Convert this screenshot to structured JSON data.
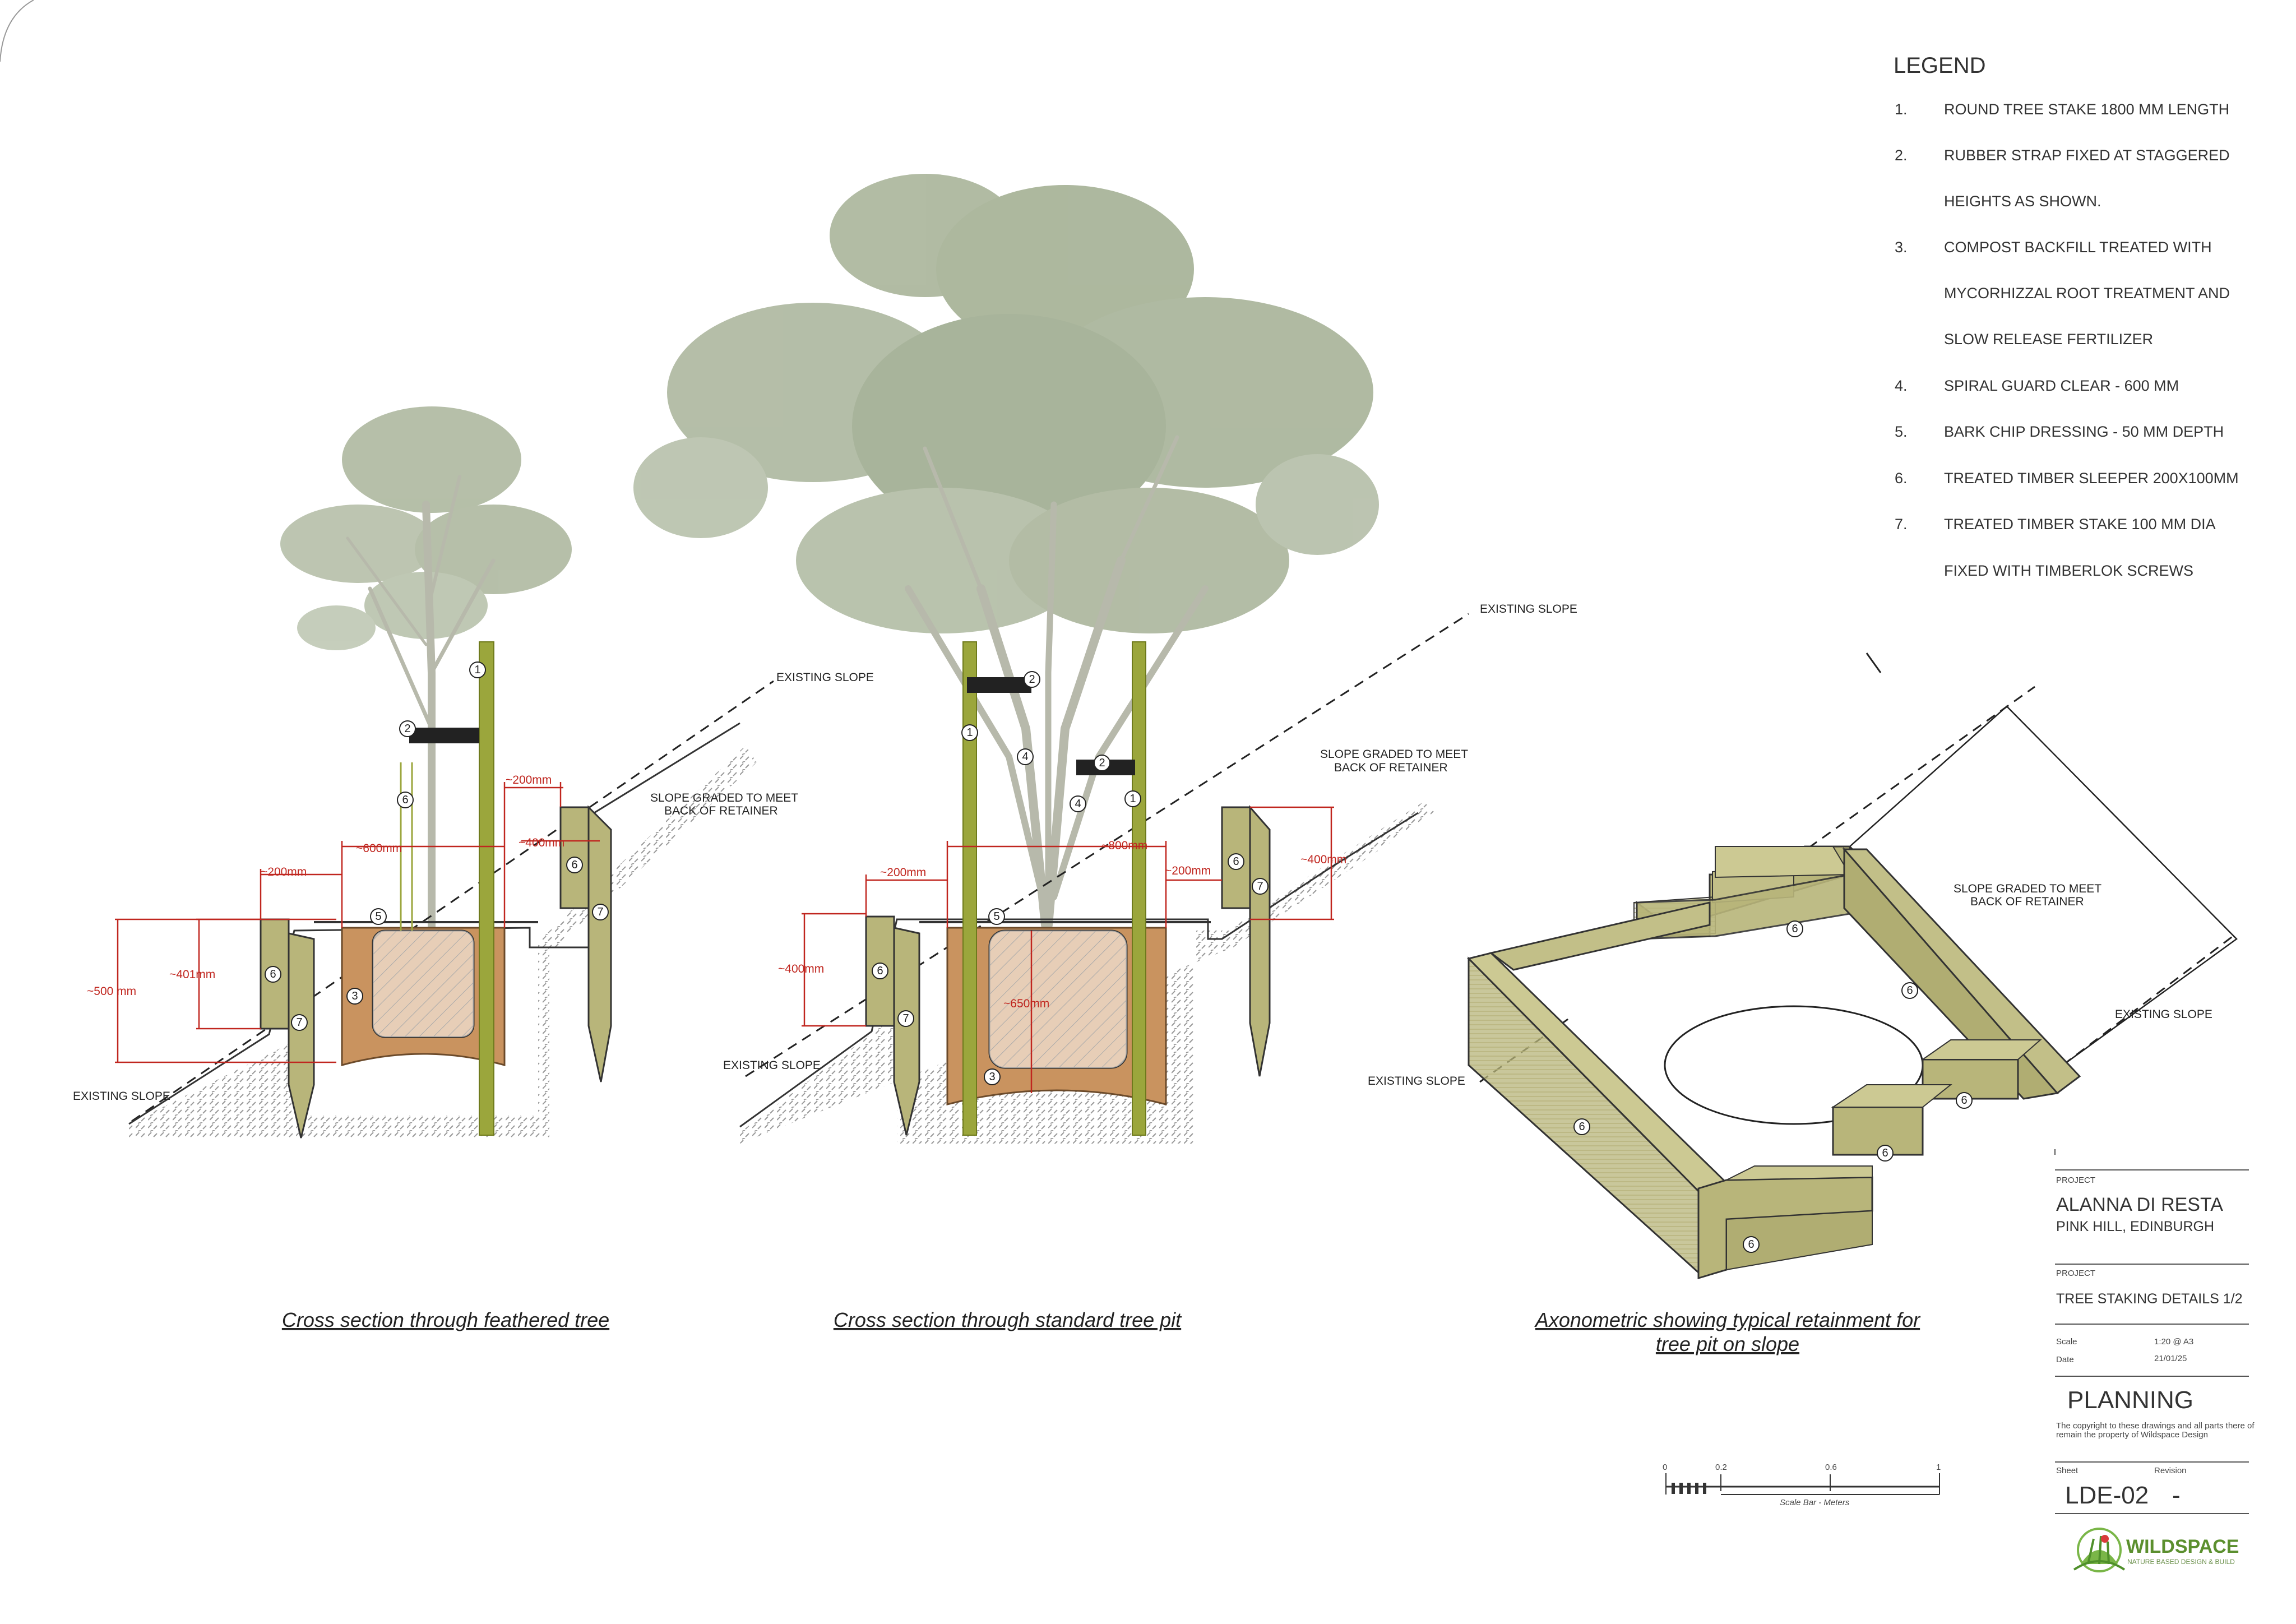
{
  "legend": {
    "title": "LEGEND",
    "items": [
      {
        "num": "1.",
        "lines": [
          "ROUND TREE STAKE 1800 MM LENGTH"
        ]
      },
      {
        "num": "2.",
        "lines": [
          "RUBBER STRAP FIXED AT STAGGERED",
          "HEIGHTS AS SHOWN."
        ]
      },
      {
        "num": "3.",
        "lines": [
          "COMPOST BACKFILL TREATED WITH",
          "MYCORHIZZAL ROOT TREATMENT AND",
          "SLOW RELEASE FERTILIZER"
        ]
      },
      {
        "num": "4.",
        "lines": [
          "SPIRAL GUARD CLEAR - 600 MM"
        ]
      },
      {
        "num": "5.",
        "lines": [
          "BARK CHIP DRESSING - 50 MM DEPTH"
        ]
      },
      {
        "num": "6.",
        "lines": [
          "TREATED TIMBER SLEEPER 200X100MM"
        ]
      },
      {
        "num": "7.",
        "lines": [
          "TREATED TIMBER STAKE 100 MM DIA",
          "FIXED WITH TIMBERLOK SCREWS"
        ]
      }
    ]
  },
  "labels": {
    "existing_slope": "EXISTING SLOPE",
    "slope_graded_1": "SLOPE GRADED TO MEET",
    "slope_graded_2": "BACK OF RETAINER"
  },
  "section1": {
    "caption": "Cross section through feathered tree",
    "dims": {
      "d200_top": "~200mm",
      "d600": "~600mm",
      "d400": "~400mm",
      "d200_left": "~200mm",
      "d401": "~401mm",
      "d500": "~500 mm"
    }
  },
  "section2": {
    "caption": "Cross section through standard tree pit",
    "dims": {
      "d800": "~800mm",
      "d200_left": "~200mm",
      "d200_right": "~200mm",
      "d400_left": "~400mm",
      "d400_right": "~400mm",
      "d650": "~650mm"
    }
  },
  "axo": {
    "caption_line1": "Axonometric showing typical retainment for",
    "caption_line2": "tree pit on slope"
  },
  "markers": {
    "m1": "1",
    "m2": "2",
    "m3": "3",
    "m4": "4",
    "m5": "5",
    "m6": "6",
    "m7": "7"
  },
  "title_block": {
    "project_label": "PROJECT",
    "client": "ALANNA DI RESTA",
    "location": "PINK HILL, EDINBURGH",
    "project_label_2": "PROJECT",
    "drawing_title": "TREE STAKING DETAILS 1/2",
    "scale_label": "Scale",
    "scale_value": "1:20 @ A3",
    "date_label": "Date",
    "date_value": "21/01/25",
    "status": "PLANNING",
    "copyright_1": "The copyright to these drawings and all parts there of",
    "copyright_2": "remain the property of Wildspace Design",
    "sheet_label": "Sheet",
    "revision_label": "Revision",
    "sheet_value": "LDE-02",
    "revision_value": "-",
    "logo_text": "WILDSPACE",
    "logo_tagline": "NATURE BASED DESIGN & BUILD"
  },
  "scale_bar": {
    "ticks": [
      "0",
      "0.2",
      "0.6",
      "1"
    ],
    "caption": "Scale Bar -  Meters"
  },
  "icons": {
    "tree": "tree-canopy-icon",
    "logo": "wildspace-logo-icon"
  },
  "colors": {
    "timber": "#b8b57a",
    "timber_dark": "#8f8c55",
    "stake": "#9ba63c",
    "backfill": "#c9935f",
    "dimension": "#c0261f",
    "canopy": "#9aa88a",
    "trunk": "#b7b9ab"
  }
}
